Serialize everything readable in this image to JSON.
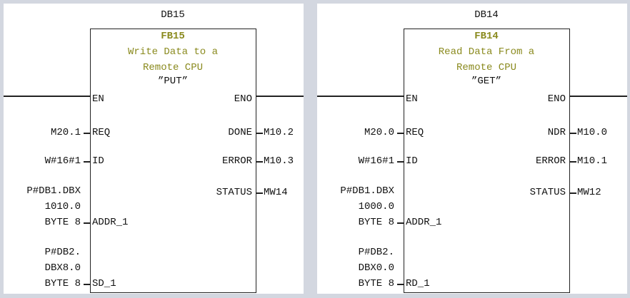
{
  "blocks": [
    {
      "instance": "DB15",
      "number": "FB15",
      "description": [
        "Write Data to a",
        "Remote CPU"
      ],
      "symbol": "”PUT”",
      "inputs": [
        {
          "pin": "EN",
          "value": []
        },
        {
          "pin": "REQ",
          "value": [
            "M20.1"
          ]
        },
        {
          "pin": "ID",
          "value": [
            "W#16#1"
          ]
        },
        {
          "pin": "ADDR_1",
          "value": [
            "P#DB1.DBX",
            "1010.0",
            "BYTE 8"
          ]
        },
        {
          "pin": "SD_1",
          "value": [
            "P#DB2.",
            "DBX8.0",
            "BYTE 8"
          ]
        }
      ],
      "outputs": [
        {
          "pin": "ENO",
          "value": ""
        },
        {
          "pin": "DONE",
          "value": "M10.2"
        },
        {
          "pin": "ERROR",
          "value": "M10.3"
        },
        {
          "pin": "STATUS",
          "value": "MW14"
        }
      ]
    },
    {
      "instance": "DB14",
      "number": "FB14",
      "description": [
        "Read Data From a",
        "Remote CPU"
      ],
      "symbol": "”GET”",
      "inputs": [
        {
          "pin": "EN",
          "value": []
        },
        {
          "pin": "REQ",
          "value": [
            "M20.0"
          ]
        },
        {
          "pin": "ID",
          "value": [
            "W#16#1"
          ]
        },
        {
          "pin": "ADDR_1",
          "value": [
            "P#DB1.DBX",
            "1000.0",
            "BYTE 8"
          ]
        },
        {
          "pin": "RD_1",
          "value": [
            "P#DB2.",
            "DBX0.0",
            "BYTE 8"
          ]
        }
      ],
      "outputs": [
        {
          "pin": "ENO",
          "value": ""
        },
        {
          "pin": "NDR",
          "value": "M10.0"
        },
        {
          "pin": "ERROR",
          "value": "M10.1"
        },
        {
          "pin": "STATUS",
          "value": "MW12"
        }
      ]
    }
  ]
}
